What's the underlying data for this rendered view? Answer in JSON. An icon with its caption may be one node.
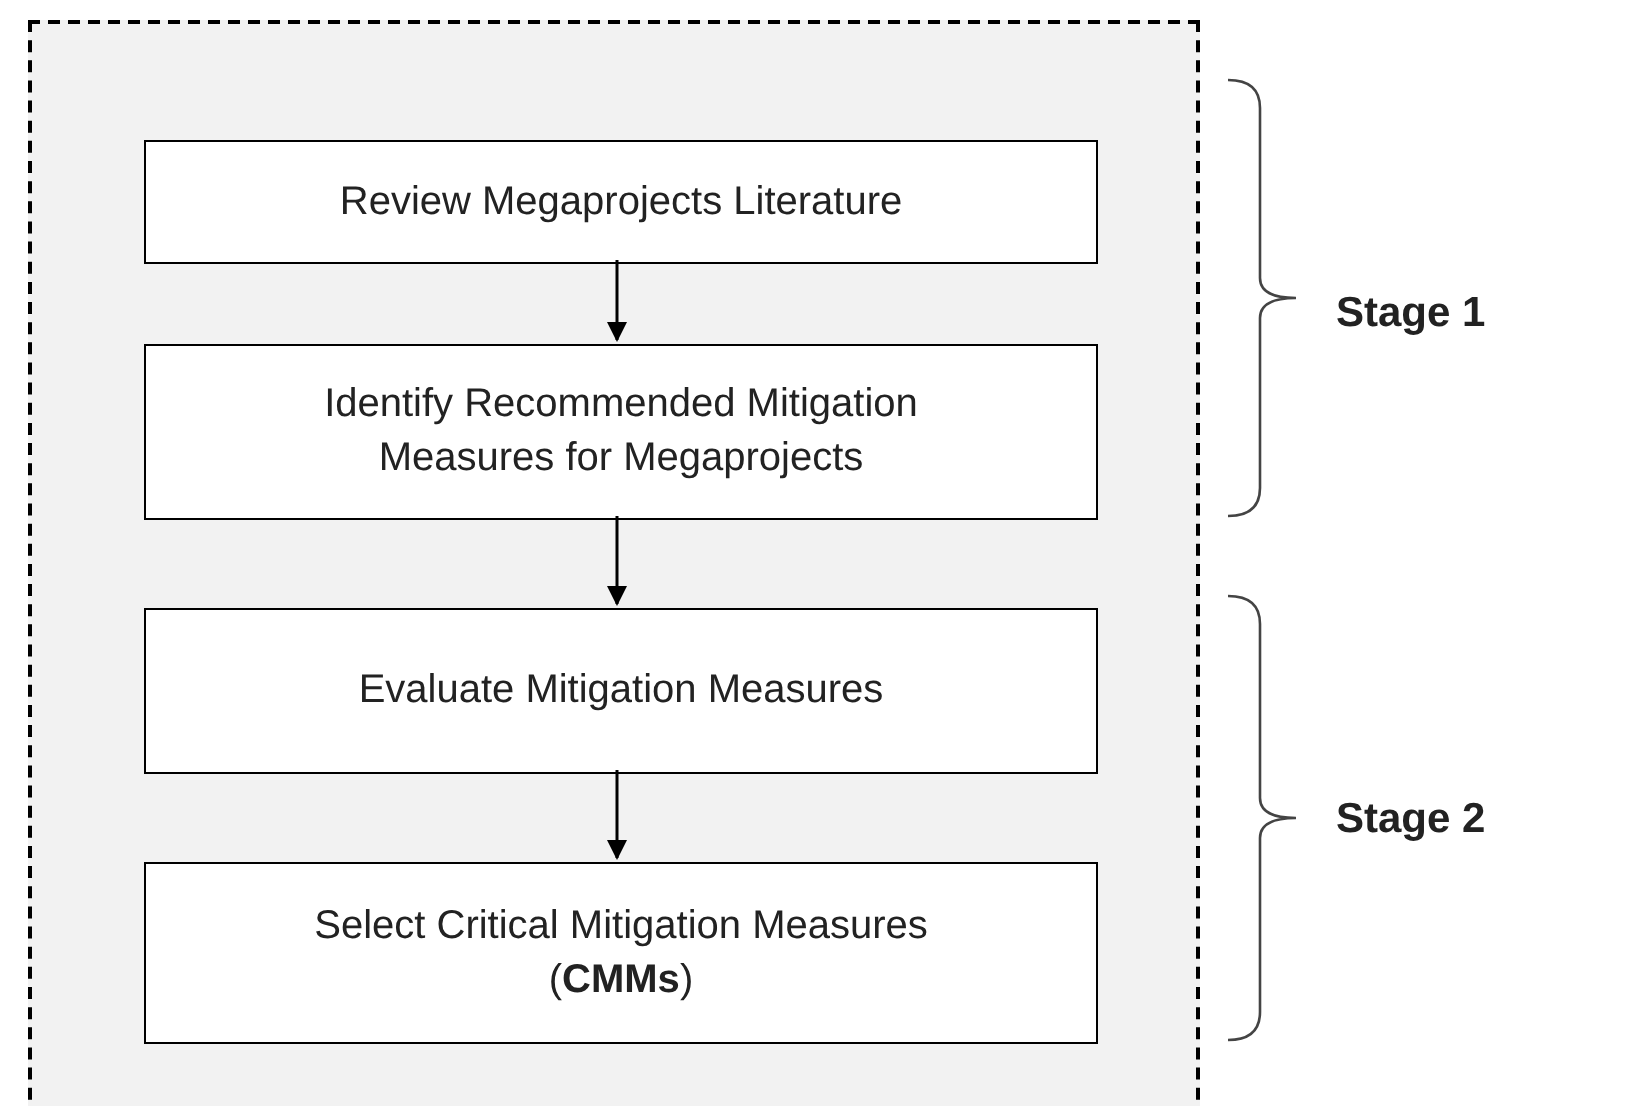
{
  "diagram": {
    "nodes": [
      {
        "text": [],
        "shape": "box"
      },
      {
        "text": [
          "Review Megaprojects Literature"
        ],
        "in": 0
      },
      {
        "text": [
          "Identify Recommended Mitigation Measures for Megaprojects"
        ],
        "in": 0
      },
      {
        "text": [
          "Evaluate Mitigation Measures"
        ],
        "in": 0
      },
      {
        "text": [
          "Select Critical Mitigation Measures (**CMMs**)"
        ],
        "in": 0
      }
    ],
    "edges": [
      {
        "from": 1,
        "to": 2,
        "arrow": "to"
      },
      {
        "from": 2,
        "to": 3,
        "arrow": "to"
      },
      {
        "from": 3,
        "to": 4,
        "arrow": "to"
      }
    ],
    "labels": [
      "Stage 1",
      "Stage 2"
    ]
  }
}
